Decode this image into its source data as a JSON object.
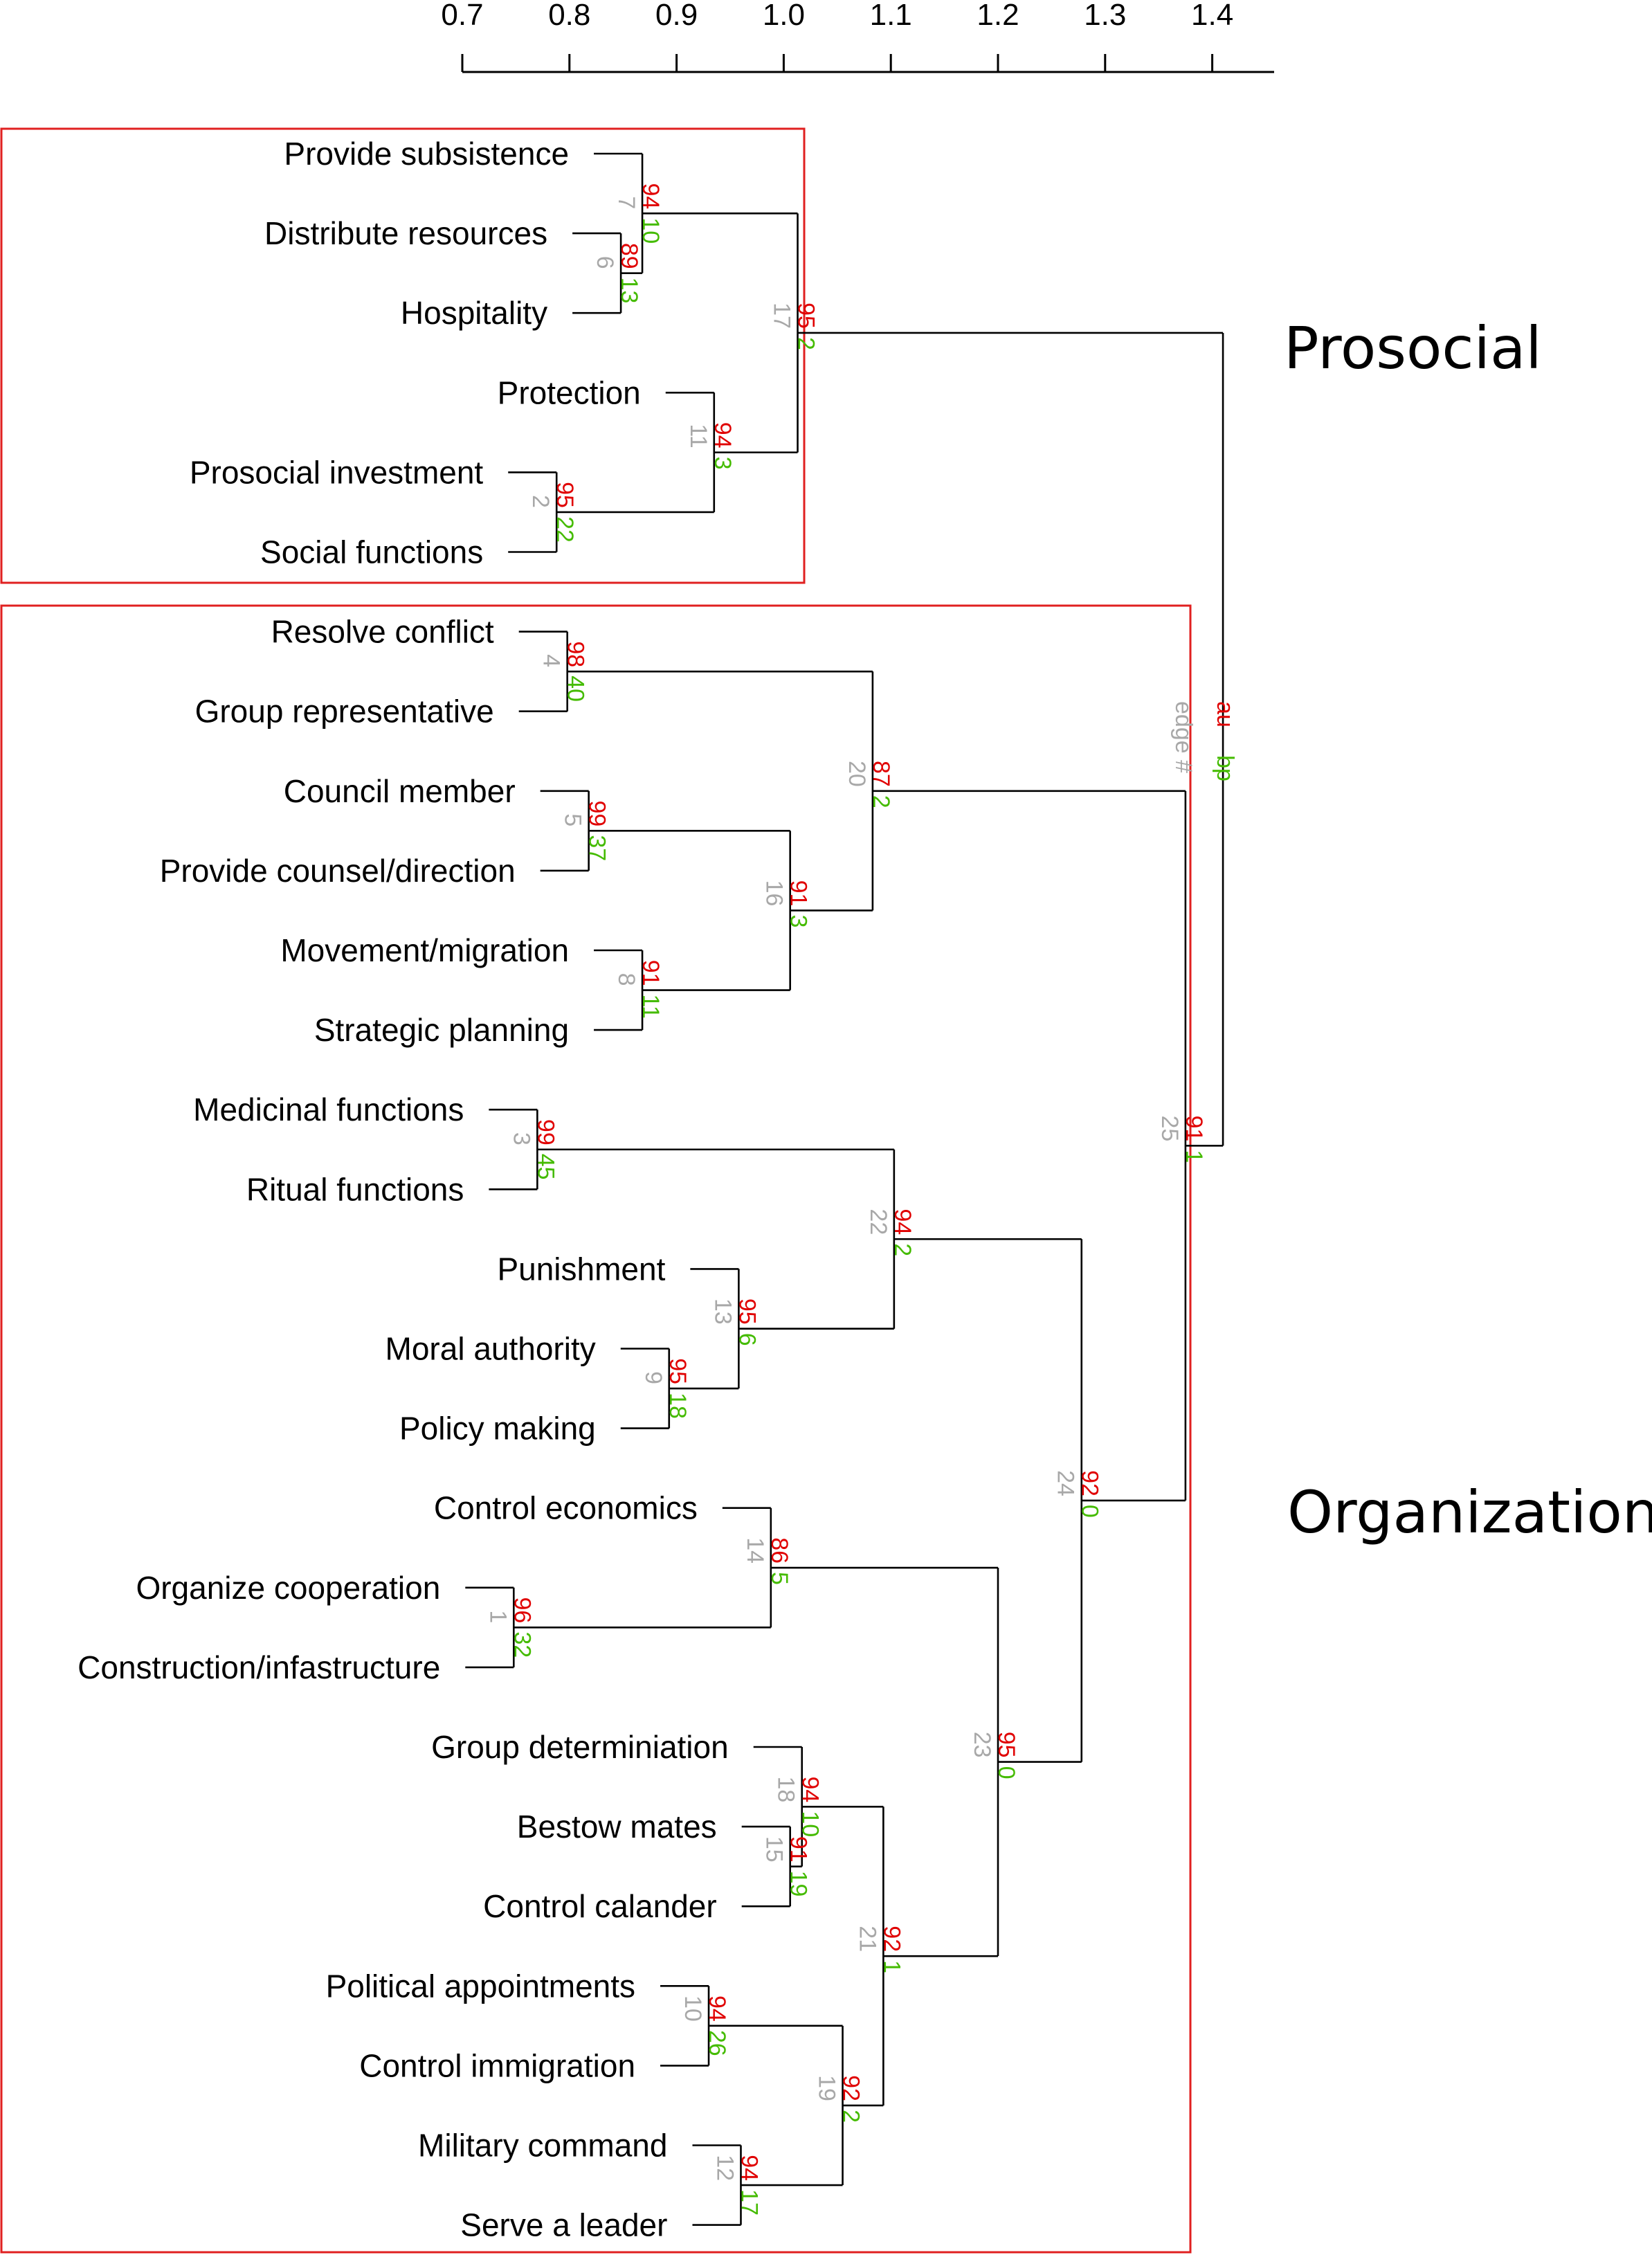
{
  "axis": {
    "ticks": [
      "0.7",
      "0.8",
      "0.9",
      "1.0",
      "1.1",
      "1.2",
      "1.3",
      "1.4"
    ]
  },
  "leaves": [
    "Provide subsistence",
    "Distribute resources",
    "Hospitality",
    "Protection",
    "Prosocial investment",
    "Social functions",
    "Resolve conflict",
    "Group representative",
    "Council member",
    "Provide counsel/direction",
    "Movement/migration",
    "Strategic planning",
    "Medicinal functions",
    "Ritual functions",
    "Punishment",
    "Moral authority",
    "Policy making",
    "Control economics",
    "Organize cooperation",
    "Construction/infastructure",
    "Group determiniation",
    "Bestow mates",
    "Control calander",
    "Political appointments",
    "Control immigration",
    "Military command",
    "Serve a leader"
  ],
  "merges": [
    {
      "edge": 1,
      "height": 0.748,
      "left": "L18",
      "right": "L19",
      "au": "96",
      "bp": "32"
    },
    {
      "edge": 2,
      "height": 0.788,
      "left": "L4",
      "right": "L5",
      "au": "95",
      "bp": "22"
    },
    {
      "edge": 3,
      "height": 0.77,
      "left": "L12",
      "right": "L13",
      "au": "99",
      "bp": "45"
    },
    {
      "edge": 4,
      "height": 0.798,
      "left": "L6",
      "right": "L7",
      "au": "98",
      "bp": "40"
    },
    {
      "edge": 5,
      "height": 0.818,
      "left": "L8",
      "right": "L9",
      "au": "99",
      "bp": "37"
    },
    {
      "edge": 6,
      "height": 0.848,
      "left": "L1",
      "right": "L2",
      "au": "89",
      "bp": "13"
    },
    {
      "edge": 7,
      "height": 0.868,
      "left": "L0",
      "right": "E6",
      "au": "94",
      "bp": "10"
    },
    {
      "edge": 8,
      "height": 0.868,
      "left": "L10",
      "right": "L11",
      "au": "91",
      "bp": "11"
    },
    {
      "edge": 9,
      "height": 0.893,
      "left": "L15",
      "right": "L16",
      "au": "95",
      "bp": "18"
    },
    {
      "edge": 10,
      "height": 0.93,
      "left": "L23",
      "right": "L24",
      "au": "94",
      "bp": "26"
    },
    {
      "edge": 11,
      "height": 0.935,
      "left": "L3",
      "right": "E2",
      "au": "94",
      "bp": "3"
    },
    {
      "edge": 12,
      "height": 0.96,
      "left": "L25",
      "right": "L26",
      "au": "94",
      "bp": "17"
    },
    {
      "edge": 13,
      "height": 0.958,
      "left": "L14",
      "right": "E9",
      "au": "95",
      "bp": "6"
    },
    {
      "edge": 14,
      "height": 0.988,
      "left": "L17",
      "right": "E1",
      "au": "86",
      "bp": "5"
    },
    {
      "edge": 15,
      "height": 1.006,
      "left": "L21",
      "right": "L22",
      "au": "91",
      "bp": "19"
    },
    {
      "edge": 16,
      "height": 1.006,
      "left": "E5",
      "right": "E8",
      "au": "91",
      "bp": "3"
    },
    {
      "edge": 17,
      "height": 1.013,
      "left": "E7",
      "right": "E11",
      "au": "95",
      "bp": "2"
    },
    {
      "edge": 18,
      "height": 1.017,
      "left": "L20",
      "right": "E15",
      "au": "94",
      "bp": "10"
    },
    {
      "edge": 19,
      "height": 1.055,
      "left": "E10",
      "right": "E12",
      "au": "92",
      "bp": "2"
    },
    {
      "edge": 20,
      "height": 1.083,
      "left": "E4",
      "right": "E16",
      "au": "87",
      "bp": "2"
    },
    {
      "edge": 21,
      "height": 1.093,
      "left": "E18",
      "right": "E19",
      "au": "92",
      "bp": "1"
    },
    {
      "edge": 22,
      "height": 1.103,
      "left": "E3",
      "right": "E13",
      "au": "94",
      "bp": "2"
    },
    {
      "edge": 23,
      "height": 1.2,
      "left": "E14",
      "right": "E21",
      "au": "95",
      "bp": "0"
    },
    {
      "edge": 24,
      "height": 1.278,
      "left": "E22",
      "right": "E23",
      "au": "92",
      "bp": "0"
    },
    {
      "edge": 25,
      "height": 1.375,
      "left": "E20",
      "right": "E24",
      "au": "91",
      "bp": "1"
    },
    {
      "edge": 26,
      "height": 1.41,
      "left": "E17",
      "right": "E25",
      "au": "",
      "bp": ""
    }
  ],
  "legend": {
    "au": "au",
    "bp": "bp",
    "edge": "edge #"
  },
  "clusters": [
    {
      "name": "Prosocial",
      "from": 0,
      "to": 5
    },
    {
      "name": "Organization",
      "from": 6,
      "to": 26
    }
  ],
  "colors": {
    "au": "#e00000",
    "bp": "#44bb00",
    "edge": "#a8a8a8",
    "box": "#e02020",
    "line": "#000000"
  }
}
